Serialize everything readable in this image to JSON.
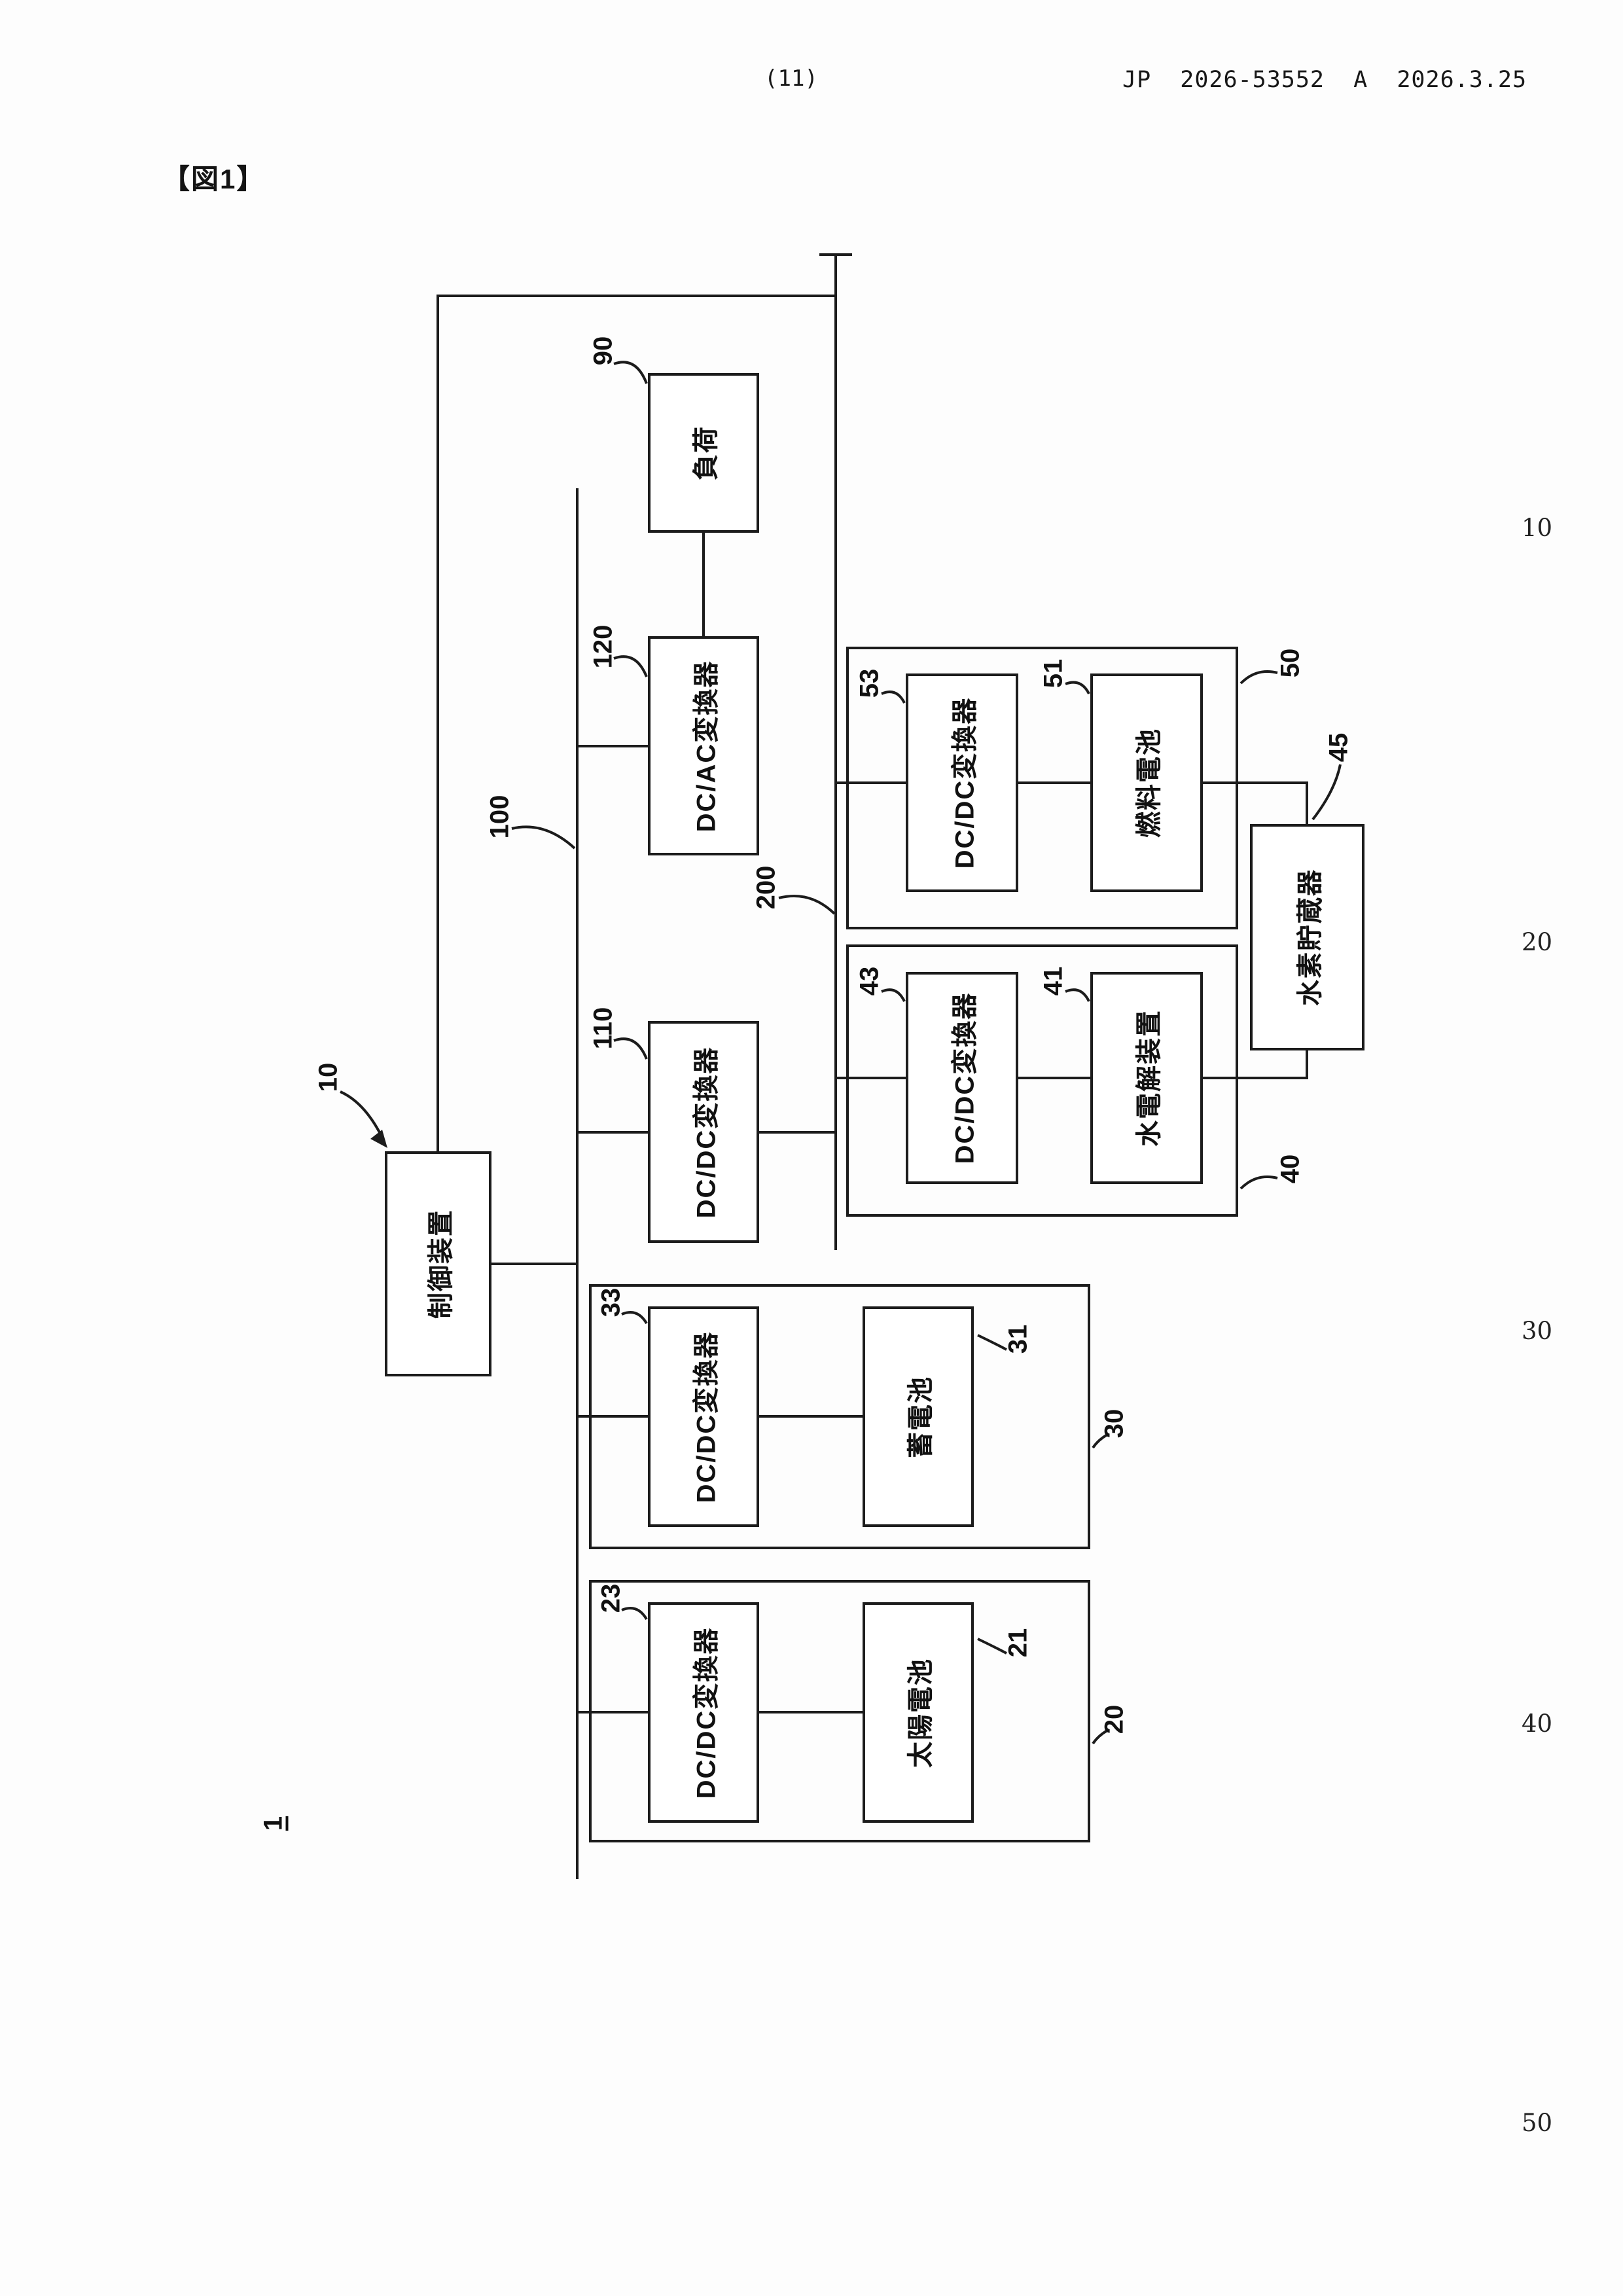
{
  "header": {
    "field_11": "(11)",
    "publication": "JP  2026-53552  A  2026.3.25"
  },
  "figure": {
    "caption": "【図1】",
    "system_ref": "1"
  },
  "margin_numbers": [
    "10",
    "20",
    "30",
    "40",
    "50"
  ],
  "bus": {
    "ref": "100"
  },
  "sub_system": {
    "ref": "200"
  },
  "blocks": {
    "control_device": {
      "label": "制御装置",
      "ref": "10"
    },
    "load": {
      "label": "負荷",
      "ref": "90"
    },
    "dc_ac_converter": {
      "label": "DC/AC変換器",
      "ref": "120"
    },
    "dc_dc_converter_main": {
      "label": "DC/DC変換器",
      "ref": "110"
    },
    "dc_dc_converter_fc": {
      "label": "DC/DC変換器",
      "ref": "53"
    },
    "fuel_cell": {
      "label": "燃料電池",
      "ref": "51"
    },
    "fuel_cell_unit": {
      "ref": "50"
    },
    "dc_dc_converter_el": {
      "label": "DC/DC変換器",
      "ref": "43"
    },
    "water_electrolyzer": {
      "label": "水電解装置",
      "ref": "41"
    },
    "electrolysis_unit": {
      "ref": "40"
    },
    "hydrogen_storage": {
      "label": "水素貯蔵器",
      "ref": "45"
    },
    "dc_dc_converter_batt": {
      "label": "DC/DC変換器",
      "ref": "33"
    },
    "storage_battery": {
      "label": "蓄電池",
      "ref": "31"
    },
    "battery_unit": {
      "ref": "30"
    },
    "dc_dc_converter_pv": {
      "label": "DC/DC変換器",
      "ref": "23"
    },
    "solar_cell": {
      "label": "太陽電池",
      "ref": "21"
    },
    "solar_unit": {
      "ref": "20"
    }
  }
}
